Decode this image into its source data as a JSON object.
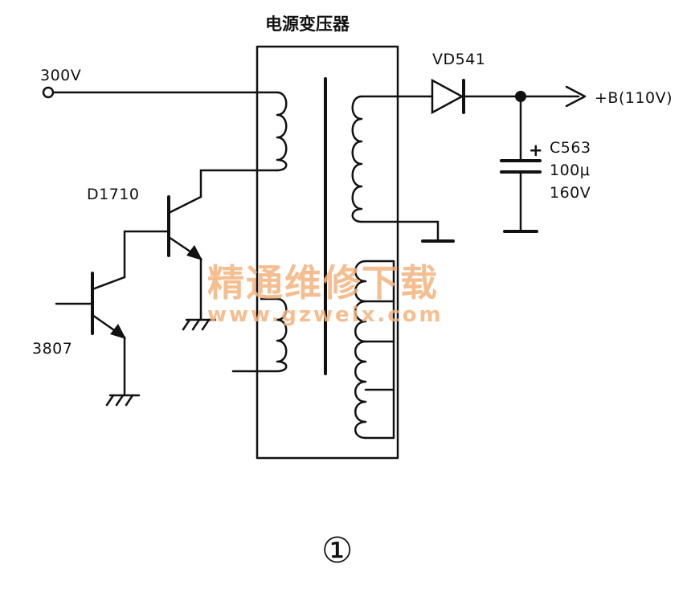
{
  "title": "电源变压器",
  "labels": {
    "input": "300V",
    "diode": "VD541",
    "output": "+B(110V)",
    "cap_name": "C563",
    "cap_value": "100μ",
    "cap_voltage": "160V",
    "transistor_upper": "D1710",
    "transistor_lower": "3807",
    "cap_polarity": "+"
  },
  "watermark": {
    "cn": "精通维修下载",
    "en": "www.gzweix.com"
  },
  "figure_number": "①",
  "colors": {
    "line": "#111111",
    "watermark": "#f4b37e"
  }
}
